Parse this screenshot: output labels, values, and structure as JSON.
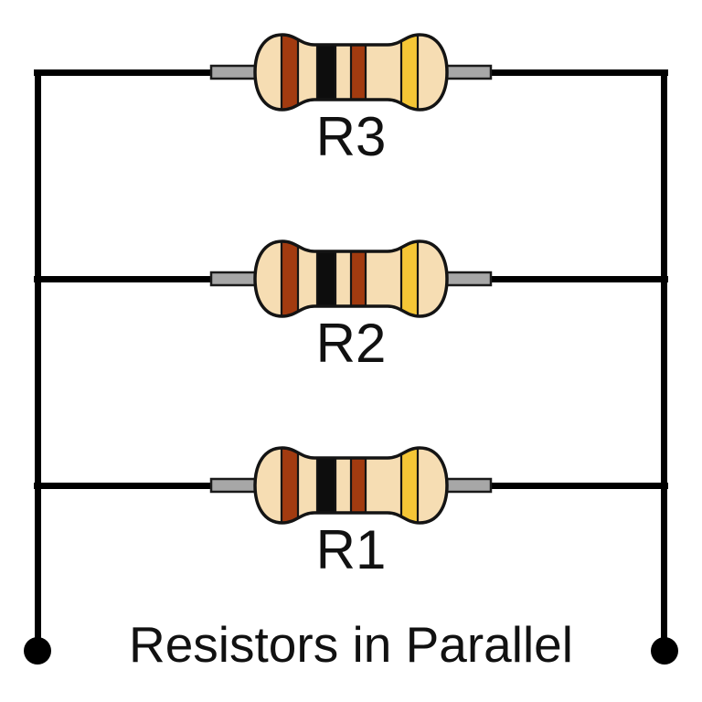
{
  "title": "Resistors in Parallel",
  "resistors": [
    {
      "label": "R3",
      "bands": [
        "brown",
        "black",
        "brown",
        "gold"
      ]
    },
    {
      "label": "R2",
      "bands": [
        "brown",
        "black",
        "brown",
        "gold"
      ]
    },
    {
      "label": "R1",
      "bands": [
        "brown",
        "black",
        "brown",
        "gold"
      ]
    }
  ],
  "colors": {
    "background": "#FFFFFF",
    "wire": "#000000",
    "terminal": "#000000",
    "lead_fill": "#A7A7A7",
    "lead_outline": "#1A1A1A",
    "body_fill": "#F6DDB3",
    "body_outline": "#141414",
    "band_brown": "#A23B10",
    "band_black": "#0D0D0D",
    "band_gold": "#F5C636",
    "text": "#111111"
  }
}
